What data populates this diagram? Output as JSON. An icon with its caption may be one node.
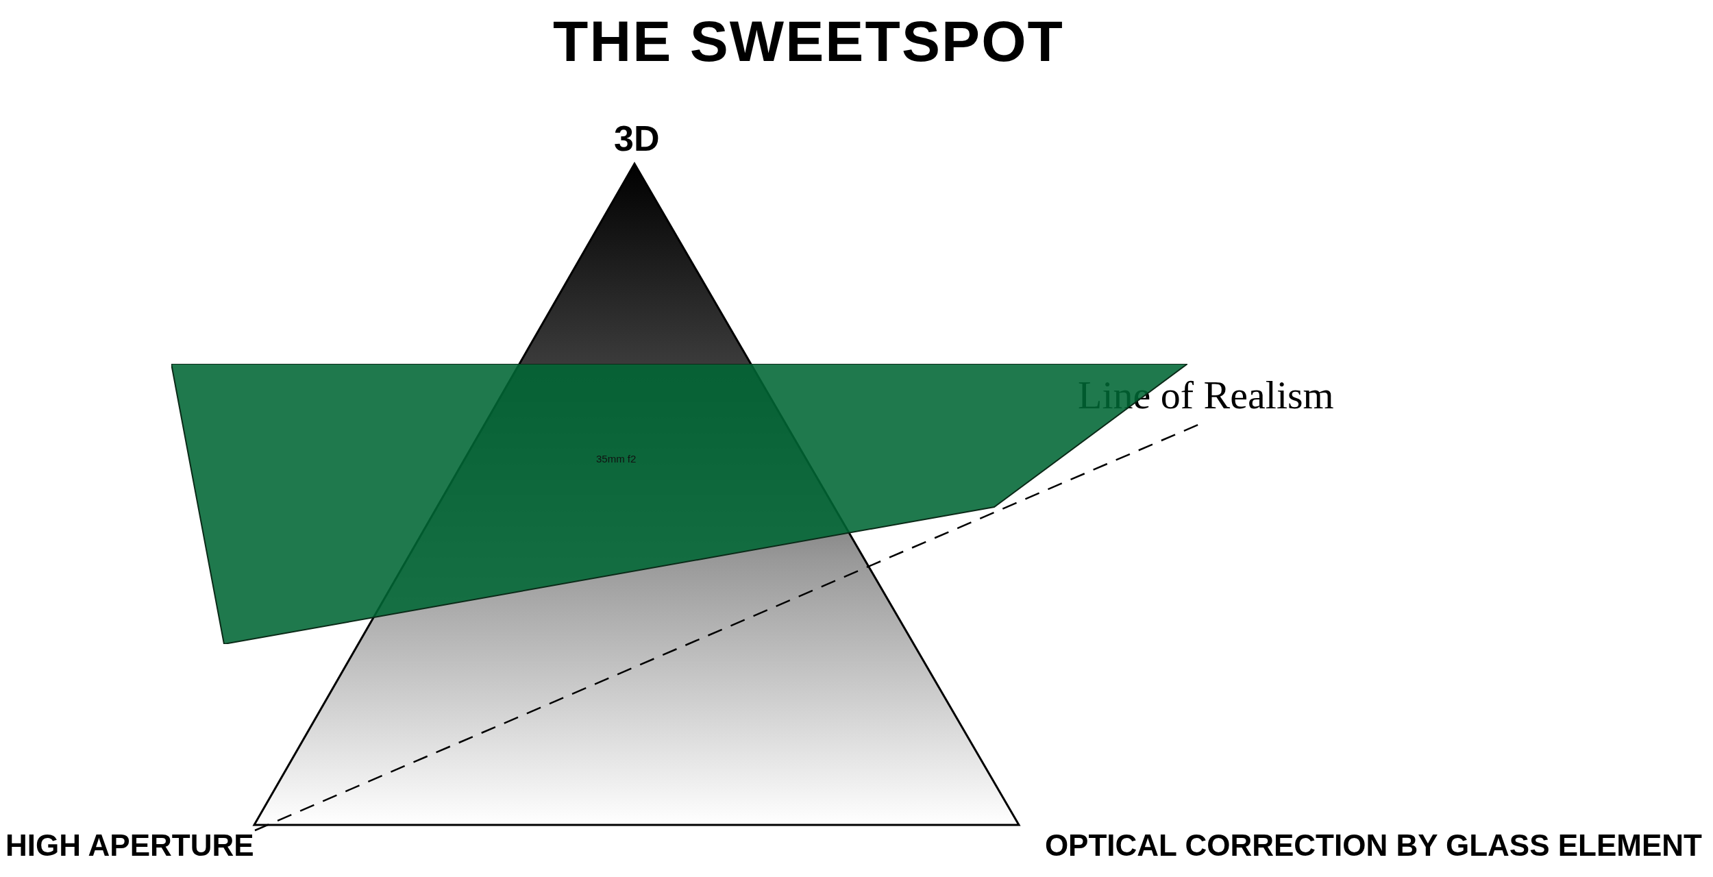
{
  "diagram": {
    "title": "THE SWEETSPOT",
    "nodes": [
      {
        "text": [
          "Line of Realism"
        ]
      },
      {
        "text": [
          "HIGH APERTURE"
        ]
      },
      {
        "text": [
          "35mm f2"
        ]
      }
    ],
    "edges": [
      {
        "from": 1,
        "to": 0,
        "arrow": "none",
        "style": "dashed"
      }
    ],
    "labels": [
      "3D",
      "OPTICAL CORRECTION BY GLASS ELEMENT"
    ]
  }
}
